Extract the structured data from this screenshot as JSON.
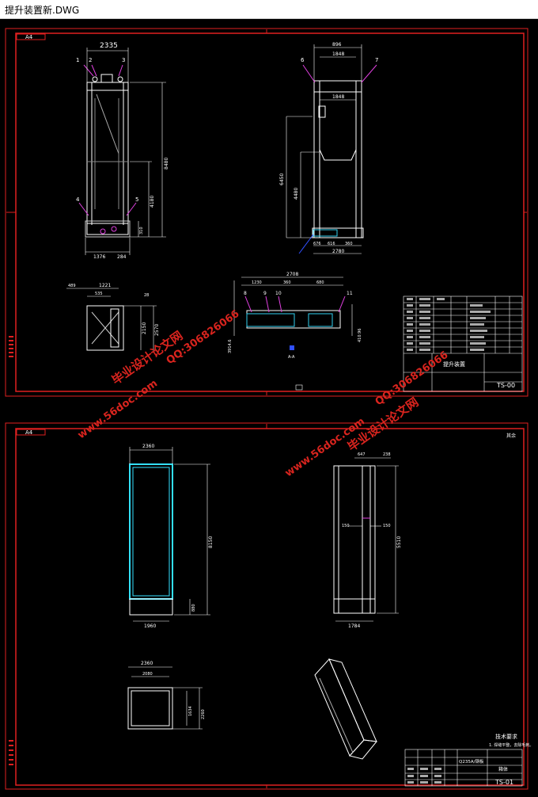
{
  "window": {
    "title": "提升装置新.DWG"
  },
  "colors": {
    "background": "#000000",
    "frame": "#e02020",
    "outline": "#ffffff",
    "dimension": "#ffffff",
    "highlight": "#33e0ff",
    "watermark": "#d9241e"
  },
  "sheet1": {
    "size_tag": "A4",
    "front_view": {
      "width": "2335",
      "height": "8480",
      "mid_height": "4180",
      "base_height": "310",
      "bottom_left": "1376",
      "bottom_right": "284"
    },
    "side_view": {
      "top_outer": "896",
      "top_inner": "1848",
      "top_inner2": "1848",
      "height1": "6450",
      "height2": "4480",
      "bottom_left": "676",
      "bottom_mid": "616",
      "bottom_right": "360",
      "bottom_total": "2780"
    },
    "small_view": {
      "top_left": "489",
      "top_width": "1221",
      "second": "535",
      "right_small": "28",
      "height1": "2150",
      "height2": "2570"
    },
    "bottom_section": {
      "total": "2708",
      "part1": "1230",
      "part2": "360",
      "part3": "680",
      "left_dim": "3914.6",
      "right_dim": "410.96",
      "label": "A-A"
    },
    "part_numbers": [
      "1",
      "2",
      "3",
      "4",
      "5",
      "6",
      "7",
      "8",
      "9",
      "10",
      "11"
    ],
    "title_block": {
      "name": "提升装置",
      "drawing_no": "TS-00"
    }
  },
  "sheet2": {
    "size_tag": "A4",
    "mark": "其余",
    "left_view": {
      "top_width": "2360",
      "height": "8150",
      "base": "880",
      "bottom_width": "1960"
    },
    "right_view": {
      "top1": "647",
      "top2": "238",
      "mid_left": "150",
      "mid_right": "150",
      "height": "5510",
      "bottom": "1784"
    },
    "small_view": {
      "outer": "2360",
      "inner": "2080",
      "h1": "1634",
      "h2": "2260"
    },
    "tech_req_title": "技术要求",
    "tech_req_line": "1. 焊缝平整，去除毛刺。",
    "title_block": {
      "material": "Q235A/钢板",
      "name": "箱体",
      "drawing_no": "TS-01"
    }
  },
  "watermarks": {
    "site1": "www.56doc.com",
    "brand1": "毕业设计论文网",
    "qq1": "QQ:306826066",
    "site2": "www.56doc.com",
    "brand2": "毕业设计论文网",
    "qq2": "QQ:306826066"
  }
}
